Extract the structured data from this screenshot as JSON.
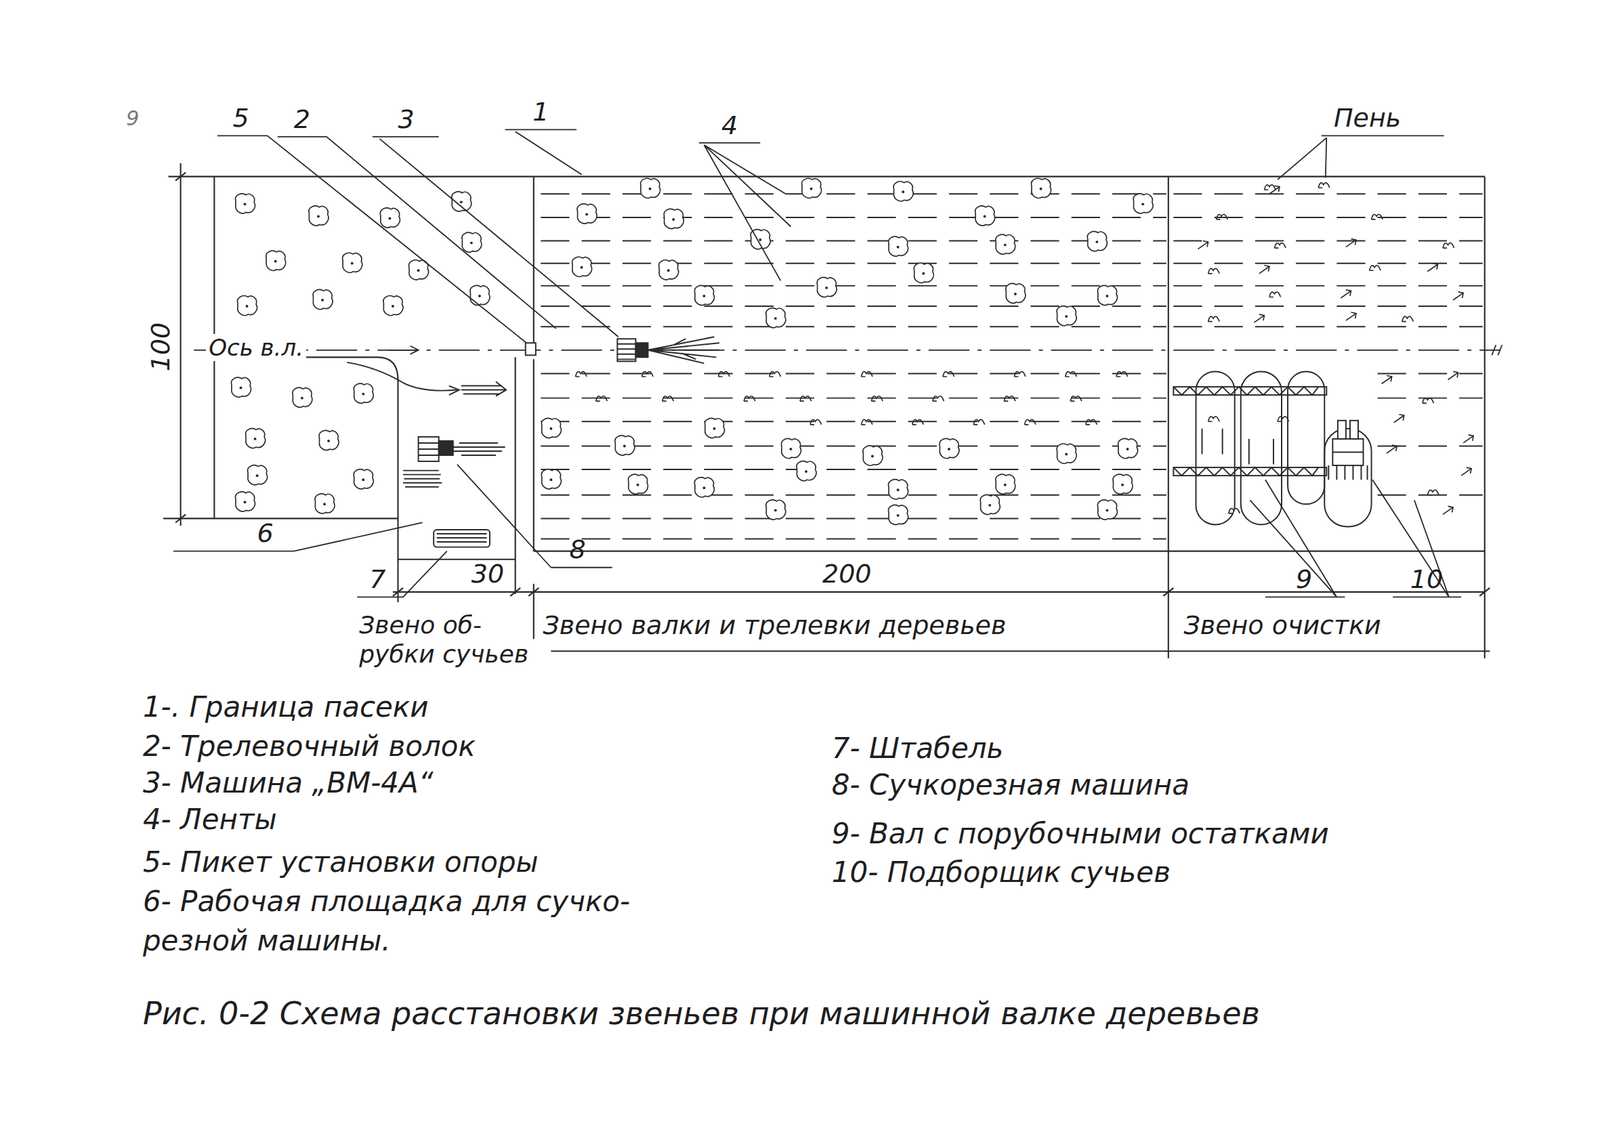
{
  "diagram": {
    "caption": "Рис. 0-2 Схема расстановки звеньев при машинной валке деревьев",
    "labels": [
      "9",
      "5",
      "2",
      "3",
      "1",
      "4",
      "Пень",
      "Ось в.л.",
      "100",
      "6",
      "7",
      "8",
      "30",
      "200",
      "9",
      "10",
      "Звено об- рубки сучьев",
      "Звено валки и трелевки деревьев",
      "Звено очистки"
    ],
    "legend": [
      {
        "text": "1-. Граница пасеки"
      },
      {
        "text": "2- Трелевочный волок"
      },
      {
        "text": "3- Машина „ВМ-4А“"
      },
      {
        "text": "4- Ленты"
      },
      {
        "text": "5- Пикет установки опоры"
      },
      {
        "text": "6- Рабочая площадка для сучко- резной машины."
      },
      {
        "text": "7- Штабель"
      },
      {
        "text": "8- Сучкорезная машина"
      },
      {
        "text": "9- Вал с порубочными остатками"
      },
      {
        "text": "10- Подборщик сучьев"
      }
    ]
  }
}
